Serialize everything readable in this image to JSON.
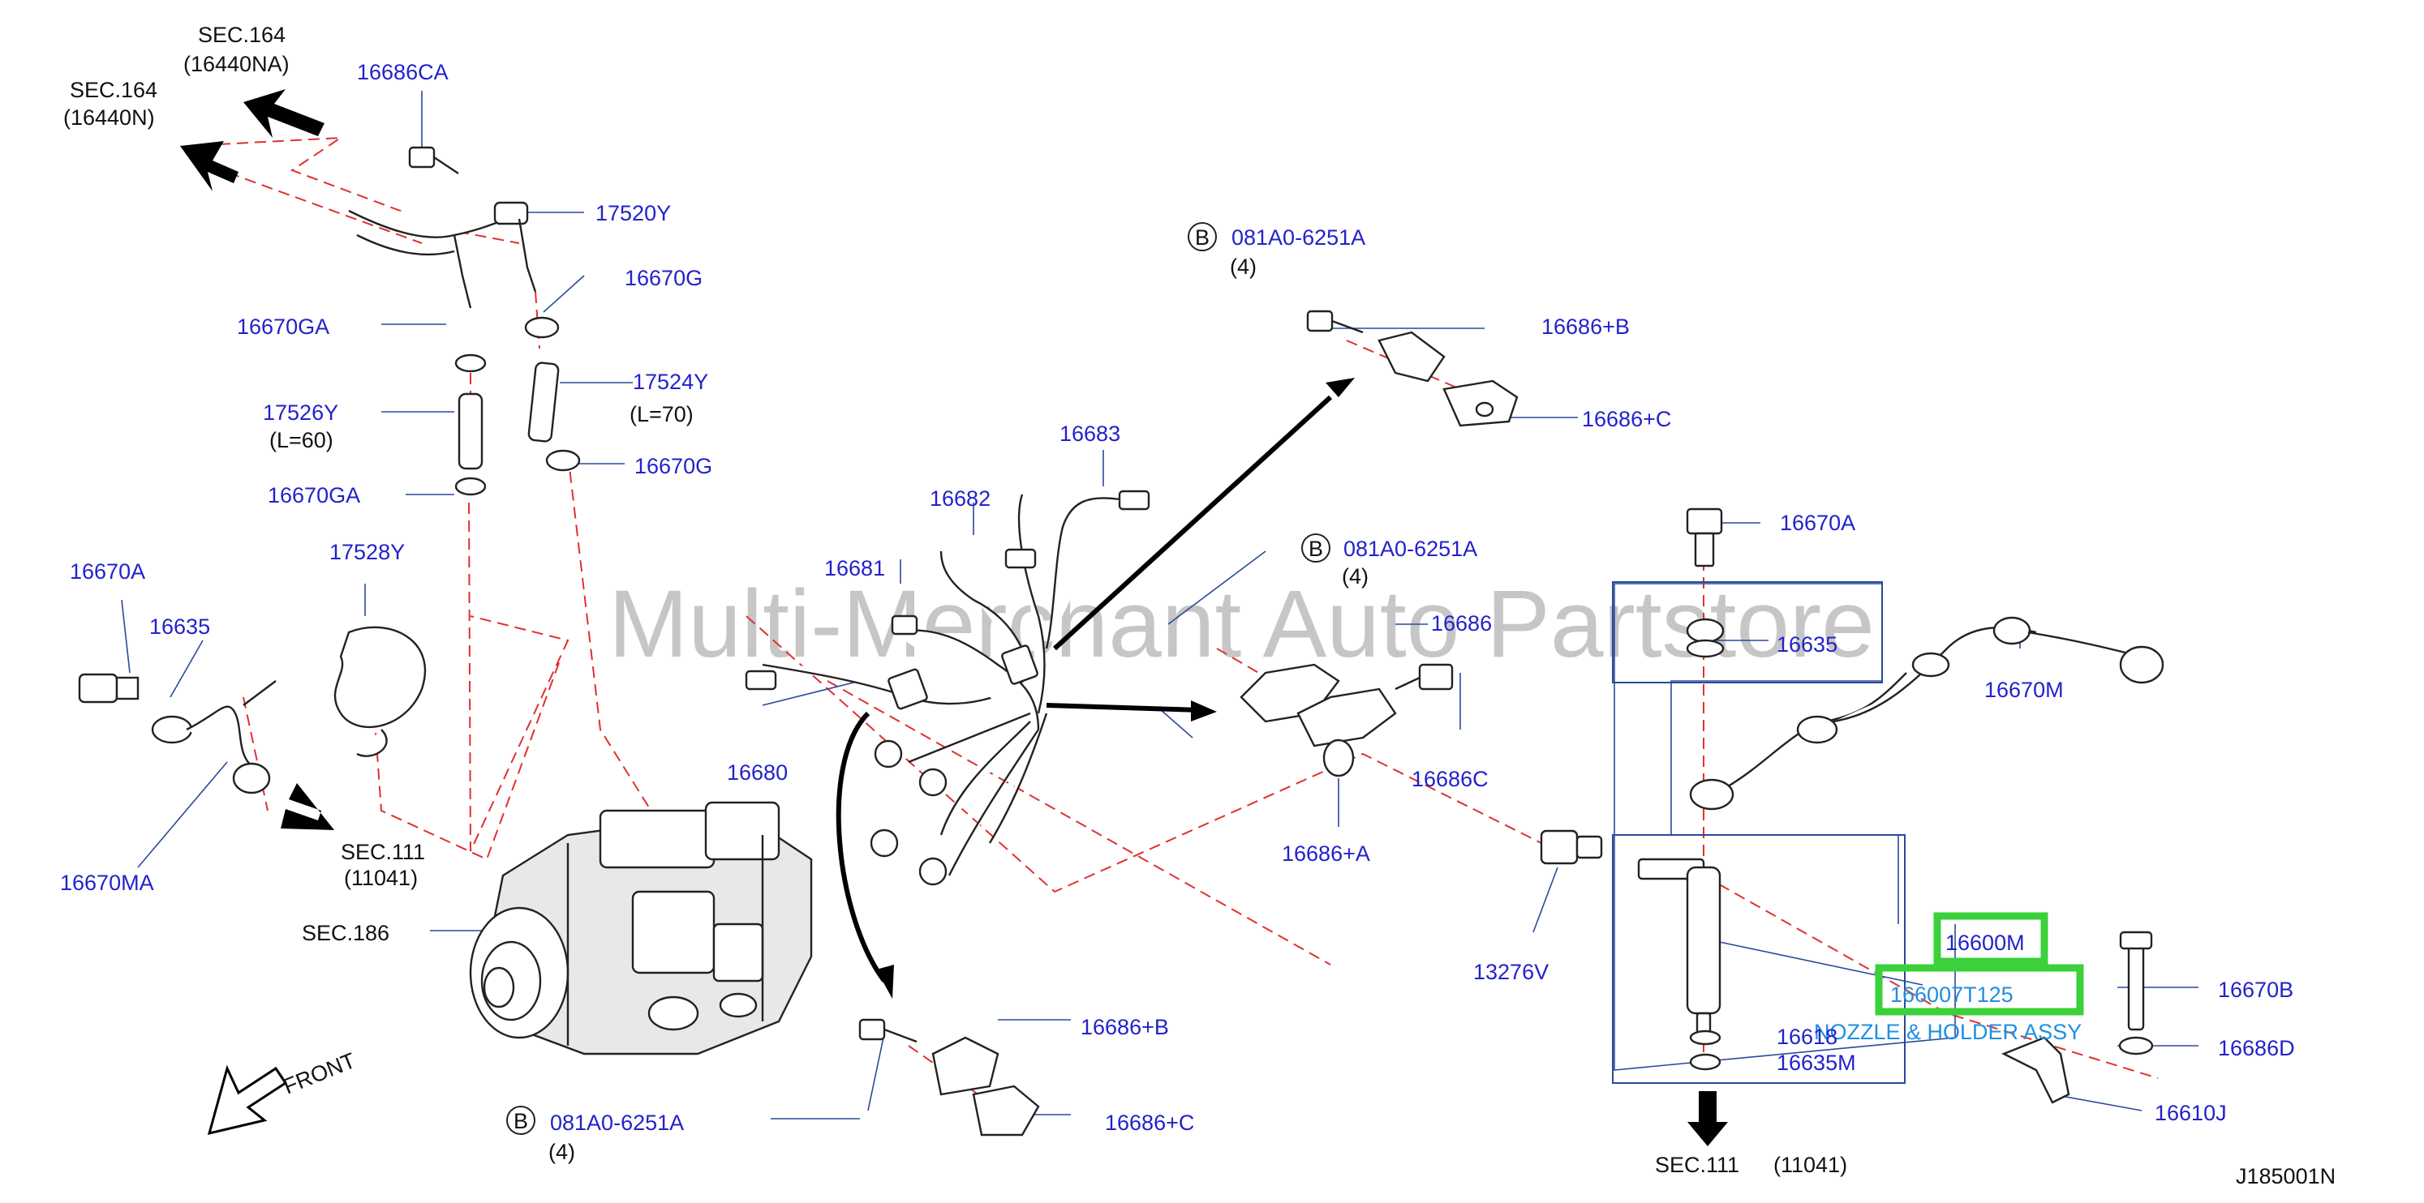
{
  "labels": {
    "sec164_a": "SEC.164",
    "sec164_a_sub": "(16440NA)",
    "sec164_b": "SEC.164",
    "sec164_b_sub": "(16440N)",
    "p16686CA": "16686CA",
    "p17520Y": "17520Y",
    "p16670G_top": "16670G",
    "p16670GA_top": "16670GA",
    "p17524Y": "17524Y",
    "l70": "(L=70)",
    "p17526Y": "17526Y",
    "l60": "(L=60)",
    "p16670G_bot": "16670G",
    "p16670GA_bot": "16670GA",
    "p16670A_left": "16670A",
    "p17528Y": "17528Y",
    "p16635_left": "16635",
    "p16670MA": "16670MA",
    "sec111_left": "SEC.111",
    "sec111_left_sub": "(11041)",
    "sec186": "SEC.186",
    "front": "FRONT",
    "p16683": "16683",
    "p16682": "16682",
    "p16681": "16681",
    "p16680": "16680",
    "b_circle_1": "B",
    "bolt_1": "081A0-6251A",
    "bolt_1_qty": "(4)",
    "p16686B_top": "16686+B",
    "p16686C_top": "16686+C",
    "b_circle_2": "B",
    "bolt_2": "081A0-6251A",
    "bolt_2_qty": "(4)",
    "p16686": "16686",
    "p16686C_mid": "16686C",
    "p16686A": "16686+A",
    "p16686B_bot": "16686+B",
    "p16686C_bot": "16686+C",
    "b_circle_3": "B",
    "bolt_3": "081A0-6251A",
    "bolt_3_qty": "(4)",
    "p13276V": "13276V",
    "p16670A_right": "16670A",
    "p16635_right": "16635",
    "p16670M": "16670M",
    "p16600M": "16600M",
    "p166007T125": "166007T125",
    "nozzle_desc": "NOZZLE & HOLDER ASSY",
    "p16618": "16618",
    "p16635M": "16635M",
    "p16670B": "16670B",
    "p16686D": "16686D",
    "p16610J": "16610J",
    "sec111_bottom": "SEC.111",
    "sec111_bottom_sub": "(11041)",
    "diagram_code": "J185001N"
  },
  "watermark": "Multi-Merchant Auto Partstore",
  "colors": {
    "label_blue": "#2222cc",
    "leader_line": "#2a4a9a",
    "dashed_line": "#e03030",
    "highlight_green": "#3ad13a",
    "nozzle_label": "#1f8fe0",
    "watermark": "#bdbdbd"
  }
}
